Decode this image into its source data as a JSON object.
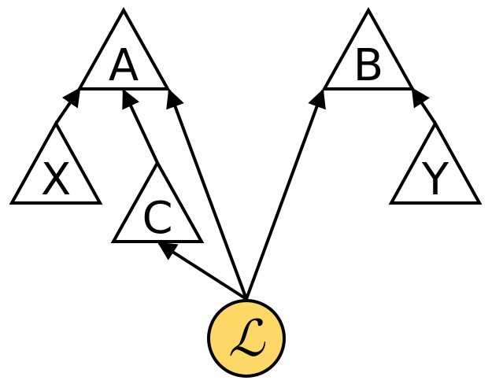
{
  "nodes": {
    "a": {
      "label": "A"
    },
    "b": {
      "label": "B"
    },
    "c": {
      "label": "C"
    },
    "x": {
      "label": "X"
    },
    "y": {
      "label": "Y"
    },
    "l": {
      "label": "ℒ"
    }
  },
  "colors": {
    "stroke": "#000000",
    "fill": "#ffffff",
    "highlight": "#fdd866"
  }
}
